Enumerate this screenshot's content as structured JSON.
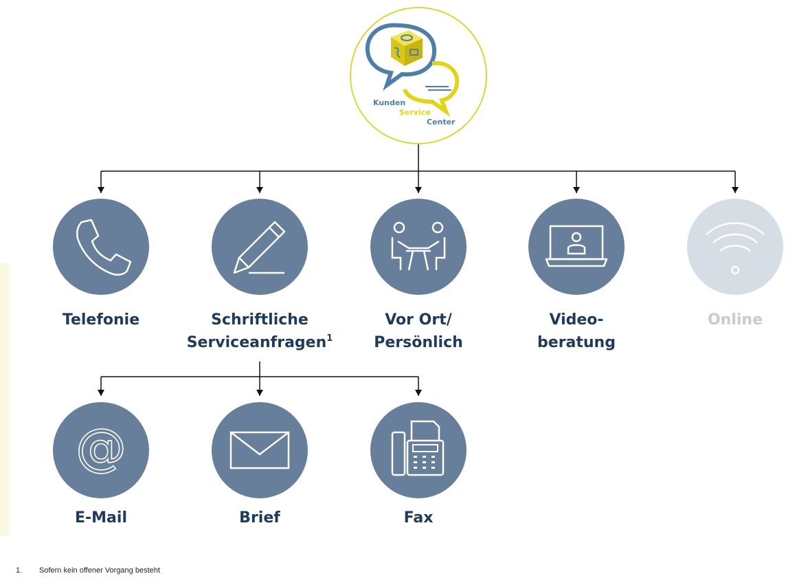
{
  "hub": {
    "line1": "Kunden",
    "line2": "Service",
    "line3": "Center",
    "colors": {
      "blue": "#4f7fa8",
      "yellow": "#e2d41d",
      "ring": "#d8d63a"
    }
  },
  "channels": [
    {
      "label": "Telefonie",
      "icon": "phone-icon"
    },
    {
      "label": "Schriftliche\nServiceanfragen",
      "sup": "1",
      "icon": "pencil-icon"
    },
    {
      "label": "Vor Ort/\nPersönlich",
      "icon": "meeting-icon"
    },
    {
      "label": "Video-\nberatung",
      "icon": "laptop-video-icon"
    },
    {
      "label": "Online",
      "icon": "wifi-icon",
      "inactive": true
    }
  ],
  "sub_channels": [
    {
      "label": "E-Mail",
      "icon": "at-icon"
    },
    {
      "label": "Brief",
      "icon": "envelope-icon"
    },
    {
      "label": "Fax",
      "icon": "fax-icon"
    }
  ],
  "footnote": {
    "number": "1.",
    "text": "Sofern kein offener Vorgang besteht"
  },
  "colors": {
    "node": "#687f9c",
    "node_inactive": "#d7dde4",
    "label": "#1f3b5c",
    "label_inactive": "#c3ccd7"
  }
}
